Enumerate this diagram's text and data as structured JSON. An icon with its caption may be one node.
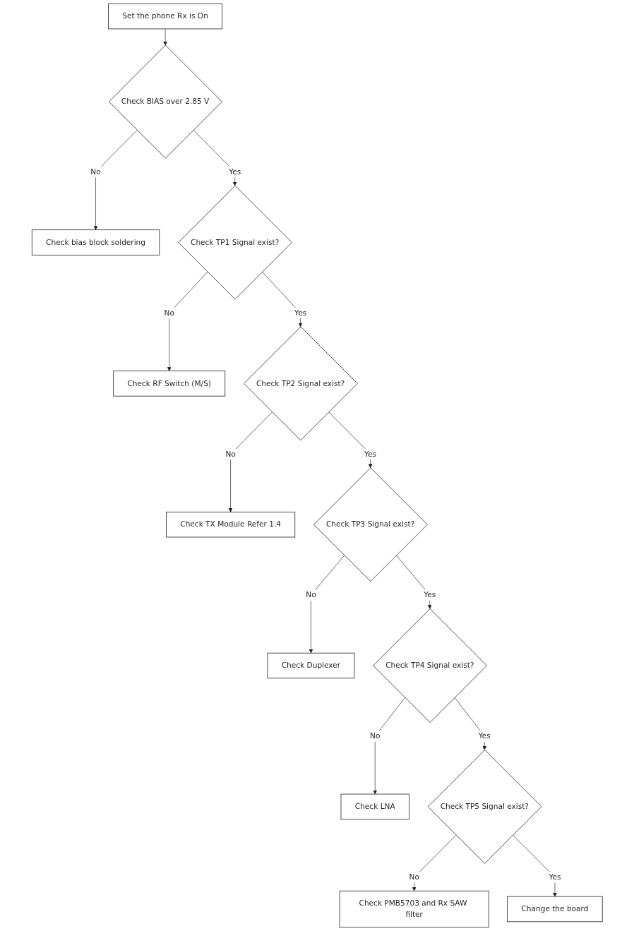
{
  "diagram": {
    "nodes": [
      {
        "text": [
          "Set the phone Rx is On"
        ]
      },
      {
        "text": [
          "Check BIAS over 2.85 V"
        ]
      },
      {
        "text": [
          "Check bias block soldering"
        ]
      },
      {
        "text": [
          "Check TP1 Signal exist?"
        ]
      },
      {
        "text": [
          "Check RF Switch (M/S)"
        ]
      },
      {
        "text": [
          "Check TP2 Signal exist?"
        ]
      },
      {
        "text": [
          "Check TX Module Refer 1.4"
        ]
      },
      {
        "text": [
          "Check TP3 Signal exist?"
        ]
      },
      {
        "text": [
          "Check Duplexer"
        ]
      },
      {
        "text": [
          "Check TP4 Signal exist?"
        ]
      },
      {
        "text": [
          "Check LNA"
        ]
      },
      {
        "text": [
          "Check TP5 Signal exist?"
        ]
      },
      {
        "text": [
          "Check PMB5703 and Rx SAW filter"
        ]
      },
      {
        "text": [
          "Change the board"
        ]
      }
    ],
    "edges": [
      {
        "from": 0,
        "to": 1,
        "arrow": "to"
      },
      {
        "from": 1,
        "to": 2,
        "label": "No",
        "arrow": "to"
      },
      {
        "from": 1,
        "to": 3,
        "label": "Yes",
        "arrow": "to"
      },
      {
        "from": 3,
        "to": 4,
        "label": "No",
        "arrow": "to"
      },
      {
        "from": 3,
        "to": 5,
        "label": "Yes",
        "arrow": "to"
      },
      {
        "from": 5,
        "to": 6,
        "label": "No",
        "arrow": "to"
      },
      {
        "from": 5,
        "to": 7,
        "label": "Yes",
        "arrow": "to"
      },
      {
        "from": 7,
        "to": 8,
        "label": "No",
        "arrow": "to"
      },
      {
        "from": 7,
        "to": 9,
        "label": "Yes",
        "arrow": "to"
      },
      {
        "from": 9,
        "to": 10,
        "label": "No",
        "arrow": "to"
      },
      {
        "from": 9,
        "to": 11,
        "label": "Yes",
        "arrow": "to"
      },
      {
        "from": 11,
        "to": 12,
        "label": "No",
        "arrow": "to"
      },
      {
        "from": 11,
        "to": 13,
        "label": "Yes",
        "arrow": "to"
      }
    ]
  }
}
